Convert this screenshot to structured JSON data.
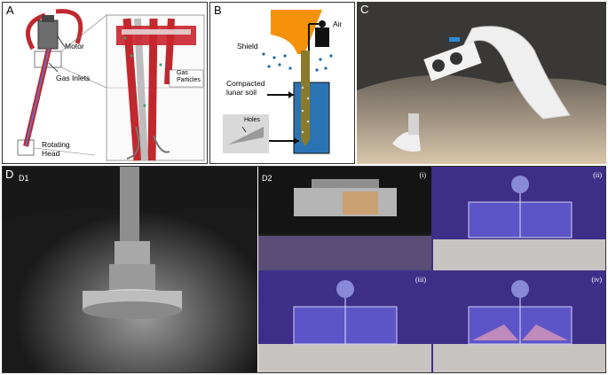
{
  "panels": {
    "a": {
      "letter": "A",
      "labels": {
        "motor": "Motor",
        "gas_inlets": "Gas Inlets",
        "rotating_head": "Rotating\nHead",
        "gas_particles": "Gas\nParticles"
      }
    },
    "b": {
      "letter": "B",
      "labels": {
        "air": "Air",
        "shield": "Shield",
        "compacted": "Compacted\nlunar soil",
        "holes": "Holes"
      }
    },
    "c": {
      "letter": "C"
    },
    "d": {
      "letter": "D",
      "d1_label": "D1",
      "d2_label": "D2",
      "sub_labels": [
        "(i)",
        "(ii)",
        "(iii)",
        "(iv)"
      ]
    }
  },
  "colors": {
    "border": "#333333",
    "d2_sky": "#3d2e88",
    "soil_blue": "#2a74b4",
    "shield_orange": "#f5920a",
    "drill_red": "#c8282e"
  }
}
